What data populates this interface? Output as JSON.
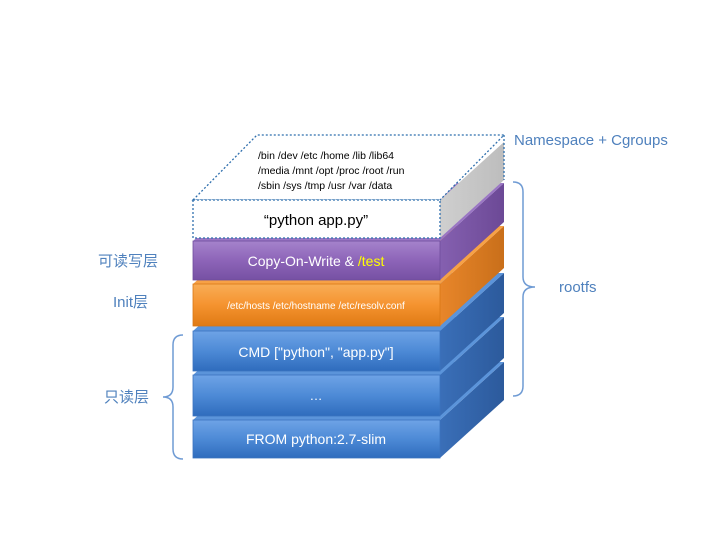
{
  "namespace_label": "Namespace + Cgroups",
  "top_dirs": {
    "line1": "/bin  /dev  /etc  /home  /lib  /lib64",
    "line2": "/media  /mnt  /opt  /proc  /root  /run",
    "line3": "/sbin  /sys  /tmp  /usr  /var /data"
  },
  "layers": {
    "app": "“python app.py”",
    "cow_prefix": "Copy-On-Write & ",
    "cow_highlight": "/test",
    "init": "/etc/hosts /etc/hostname /etc/resolv.conf",
    "cmd": "CMD [\"python\", \"app.py\"]",
    "ellipsis": "…",
    "from": "FROM python:2.7-slim"
  },
  "side_labels": {
    "rw": "可读写层",
    "init": "Init层",
    "ro": "只读层",
    "rootfs": "rootfs"
  },
  "colors": {
    "label_blue": "#4f81bd",
    "purple_front": "#8d64b8",
    "orange_front": "#f5932f",
    "blue_front": "#4d8ad6",
    "highlight_yellow": "#ffff00",
    "dotted_outline": "#2f6fad"
  }
}
